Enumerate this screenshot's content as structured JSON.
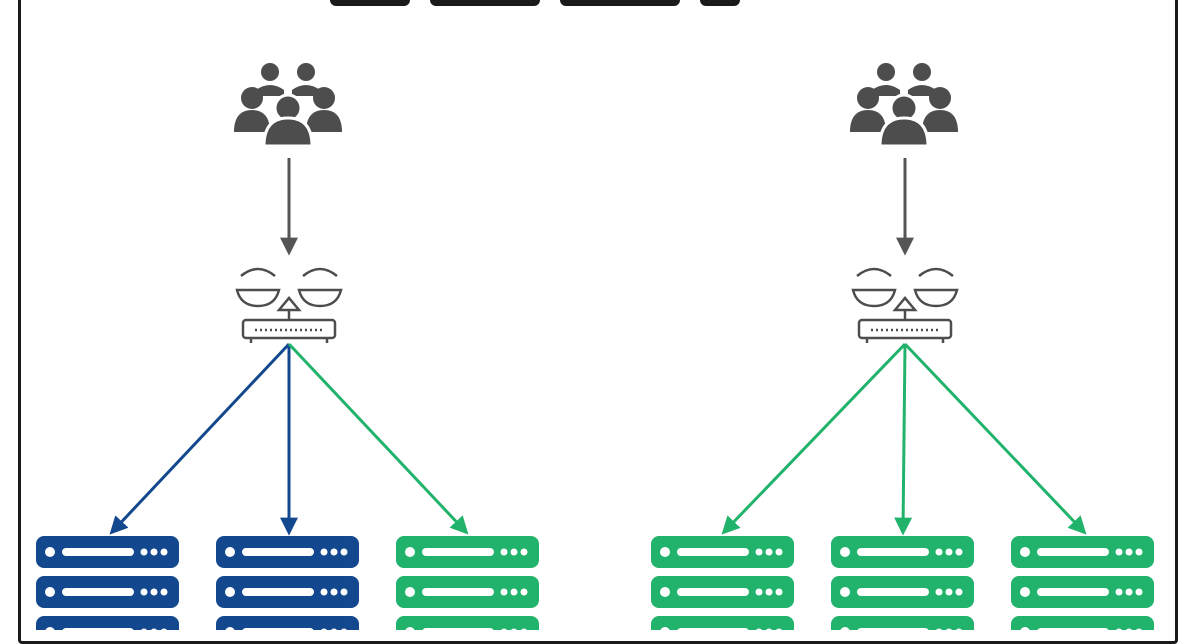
{
  "colors": {
    "stroke_gray": "#555555",
    "icon_gray": "#4d4d4d",
    "blue": "#13488f",
    "green": "#21b36b",
    "frame": "#1a1a1a",
    "background": "#ffffff"
  },
  "icons": {
    "users": "users-group-icon",
    "balancer": "load-balancer-scale-icon",
    "server": "server-rack-icon"
  },
  "left": {
    "server_colors": [
      "blue",
      "blue",
      "green"
    ]
  },
  "right": {
    "server_colors": [
      "green",
      "green",
      "green"
    ]
  }
}
